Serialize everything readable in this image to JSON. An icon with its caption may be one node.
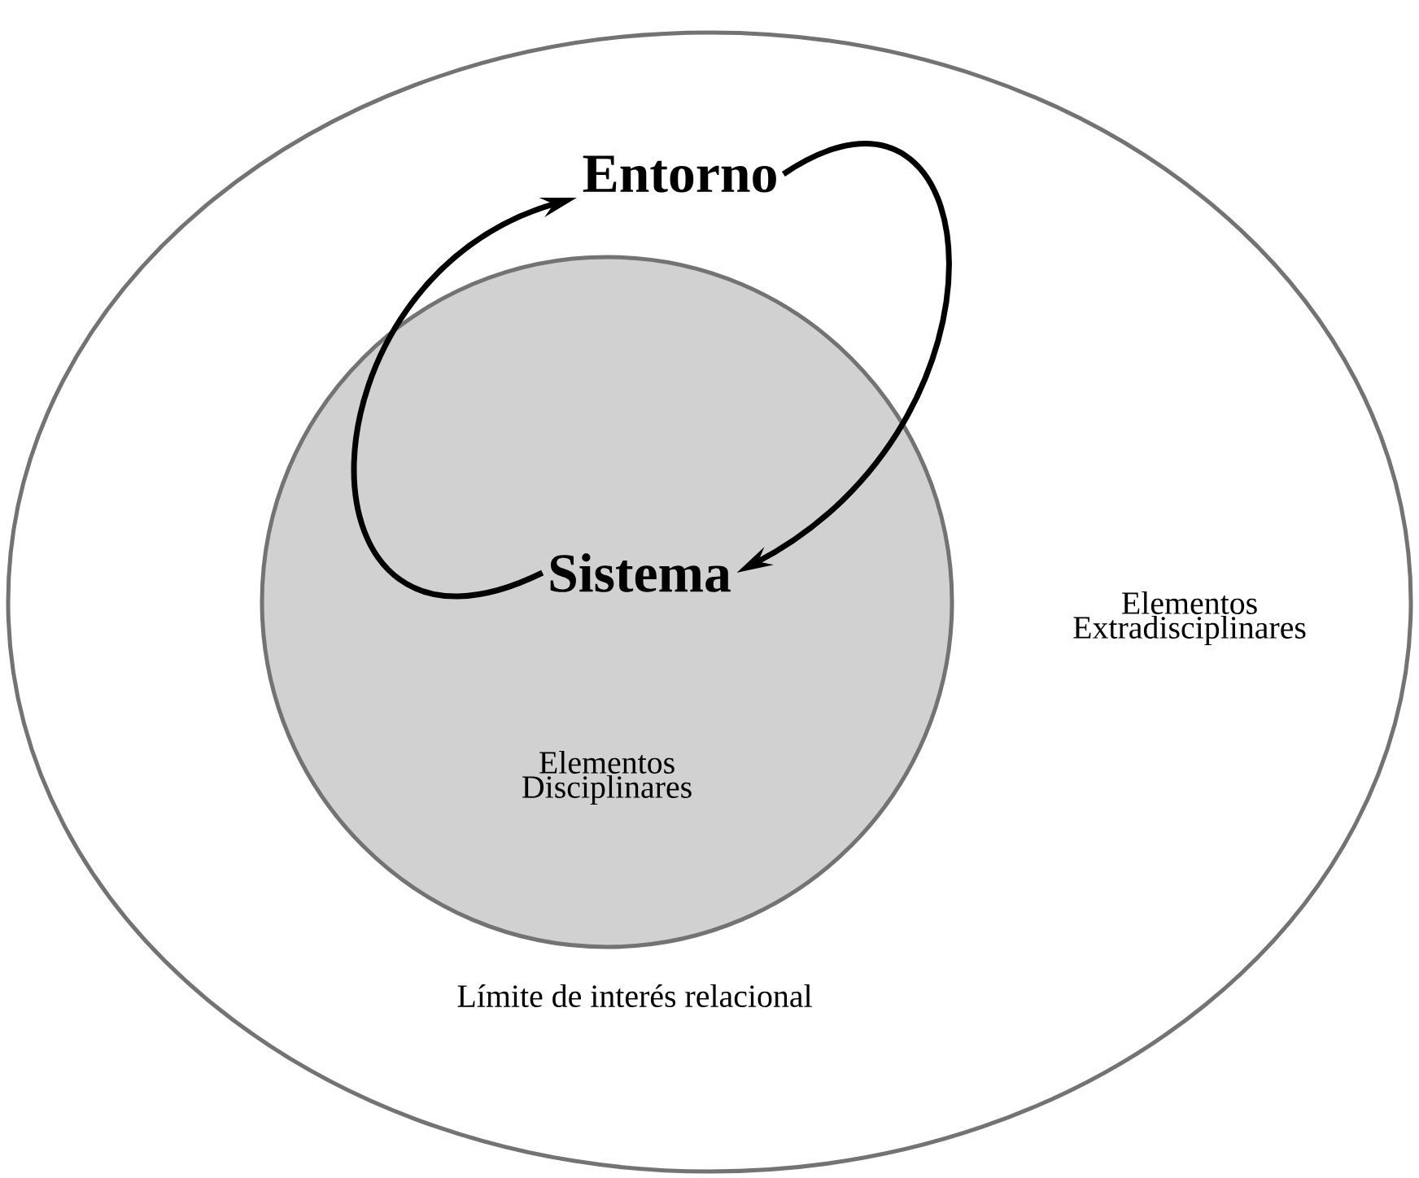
{
  "diagram": {
    "nodes": [
      {
        "text": [
          "Elementos Extradisciplinares",
          "Límite de interés relacional"
        ]
      },
      {
        "text": [
          "Entorno"
        ],
        "in": 0
      },
      {
        "text": [
          "Elementos Disciplinares"
        ],
        "in": 0
      },
      {
        "text": [
          "Sistema"
        ],
        "in": 2
      }
    ],
    "edges": [
      {
        "from": 3,
        "to": 1,
        "arrow": "to"
      },
      {
        "from": 1,
        "to": 3,
        "arrow": "to"
      }
    ]
  }
}
